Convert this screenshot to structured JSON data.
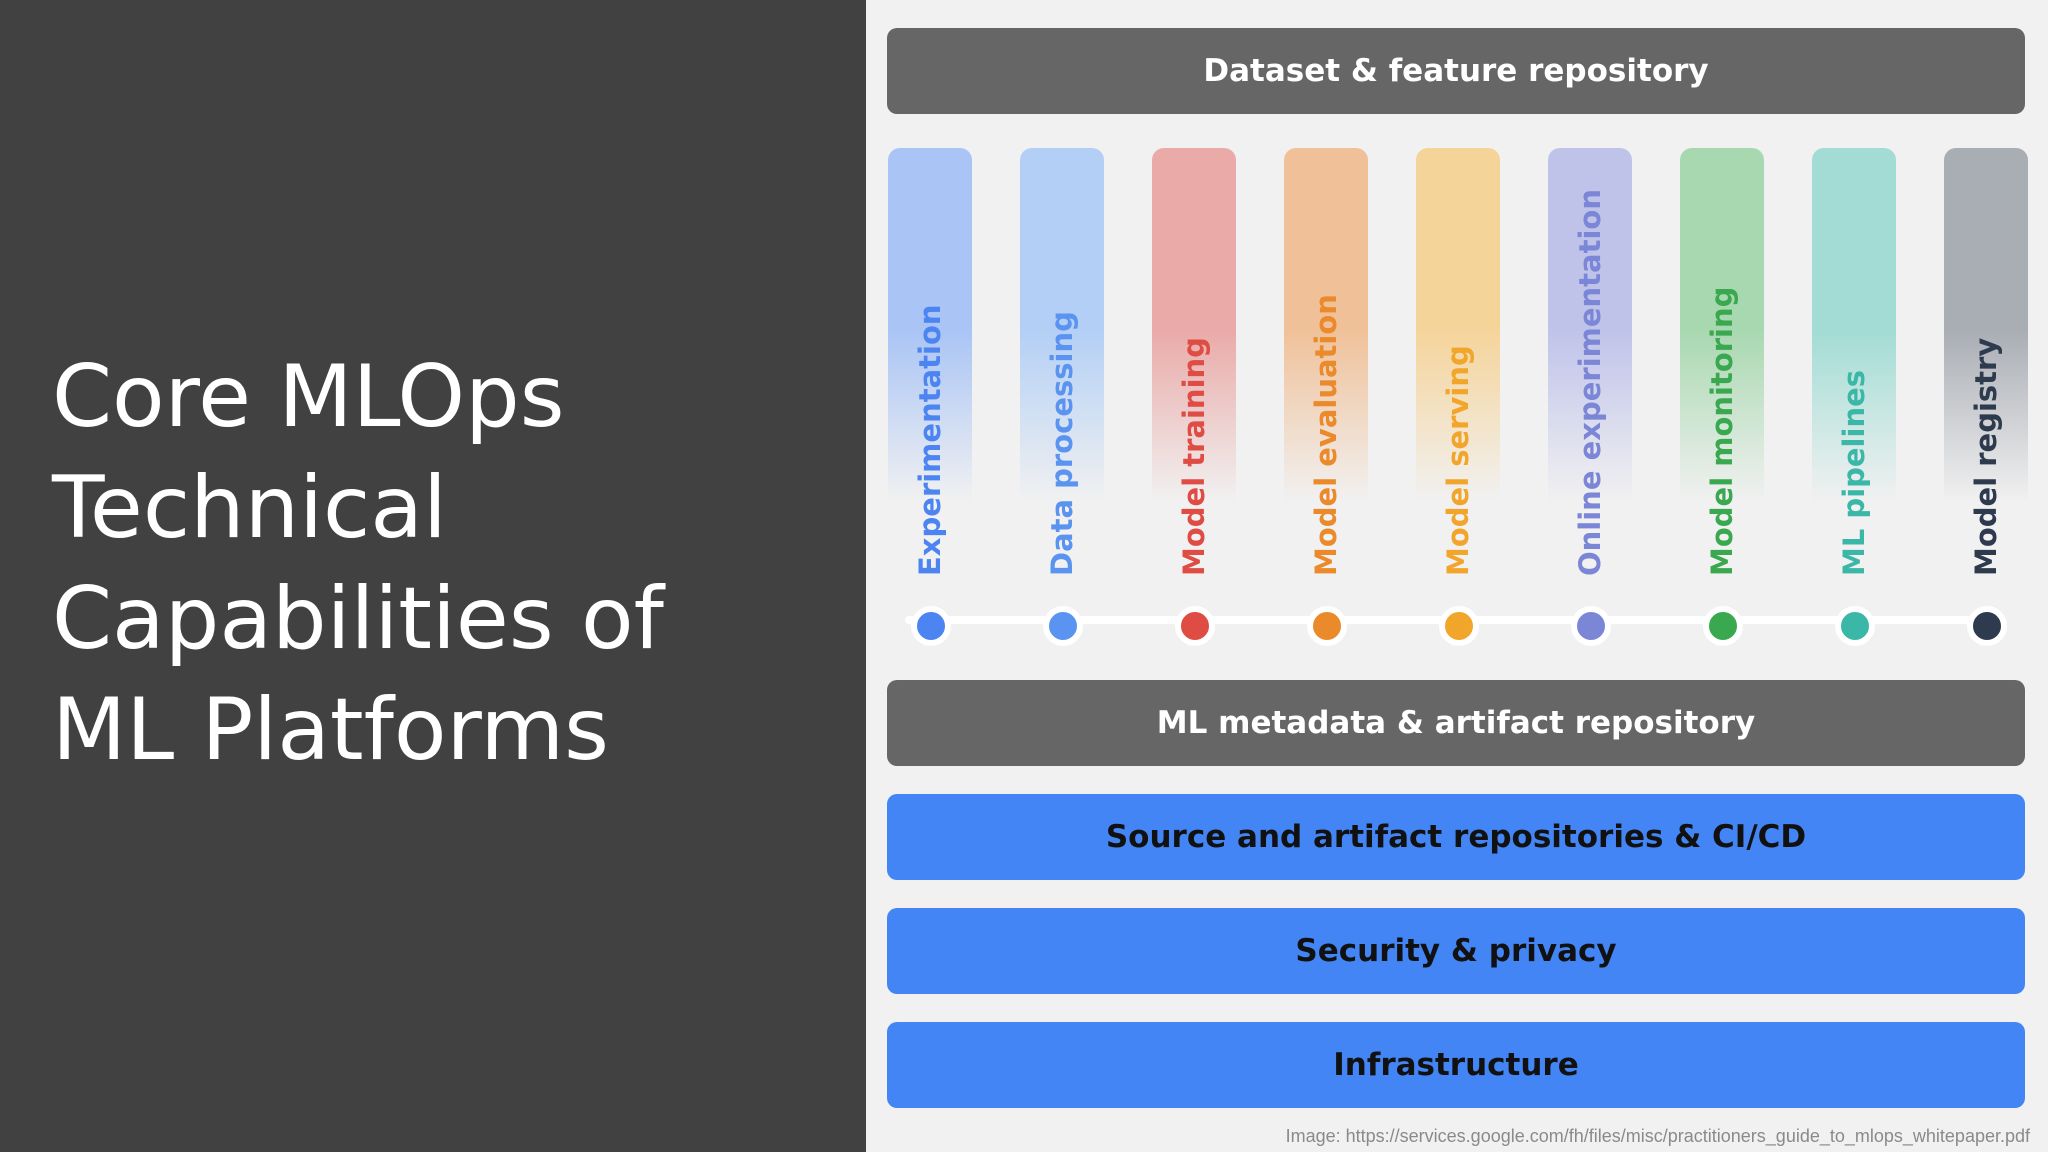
{
  "slide": {
    "title_lines": [
      "Core MLOps",
      "Technical",
      "Capabilities of",
      "ML Platforms"
    ]
  },
  "diagram": {
    "top_bar": "Dataset & feature repository",
    "pillars": [
      {
        "label": "Experimentation",
        "color": "#4c84f1",
        "tint": "#a9c4f5"
      },
      {
        "label": "Data processing",
        "color": "#5a93f0",
        "tint": "#b3cff5"
      },
      {
        "label": "Model training",
        "color": "#de4c43",
        "tint": "#e9aaa8"
      },
      {
        "label": "Model evaluation",
        "color": "#ea8a2a",
        "tint": "#f0c199"
      },
      {
        "label": "Model serving",
        "color": "#f2a52b",
        "tint": "#f5d49a"
      },
      {
        "label": "Online experimentation",
        "color": "#7b86d6",
        "tint": "#bfc3ea"
      },
      {
        "label": "Model monitoring",
        "color": "#3aa84f",
        "tint": "#a8d8b0"
      },
      {
        "label": "ML pipelines",
        "color": "#3bb7a8",
        "tint": "#a2dcd4"
      },
      {
        "label": "Model registry",
        "color": "#2e3a4e",
        "tint": "#a9adb4"
      }
    ],
    "middle_bar": "ML metadata & artifact repository",
    "bottom_bars": [
      "Source and artifact repositories & CI/CD",
      "Security & privacy",
      "Infrastructure"
    ],
    "credit": "Image: https://services.google.com/fh/files/misc/practitioners_guide_to_mlops_whitepaper.pdf"
  }
}
